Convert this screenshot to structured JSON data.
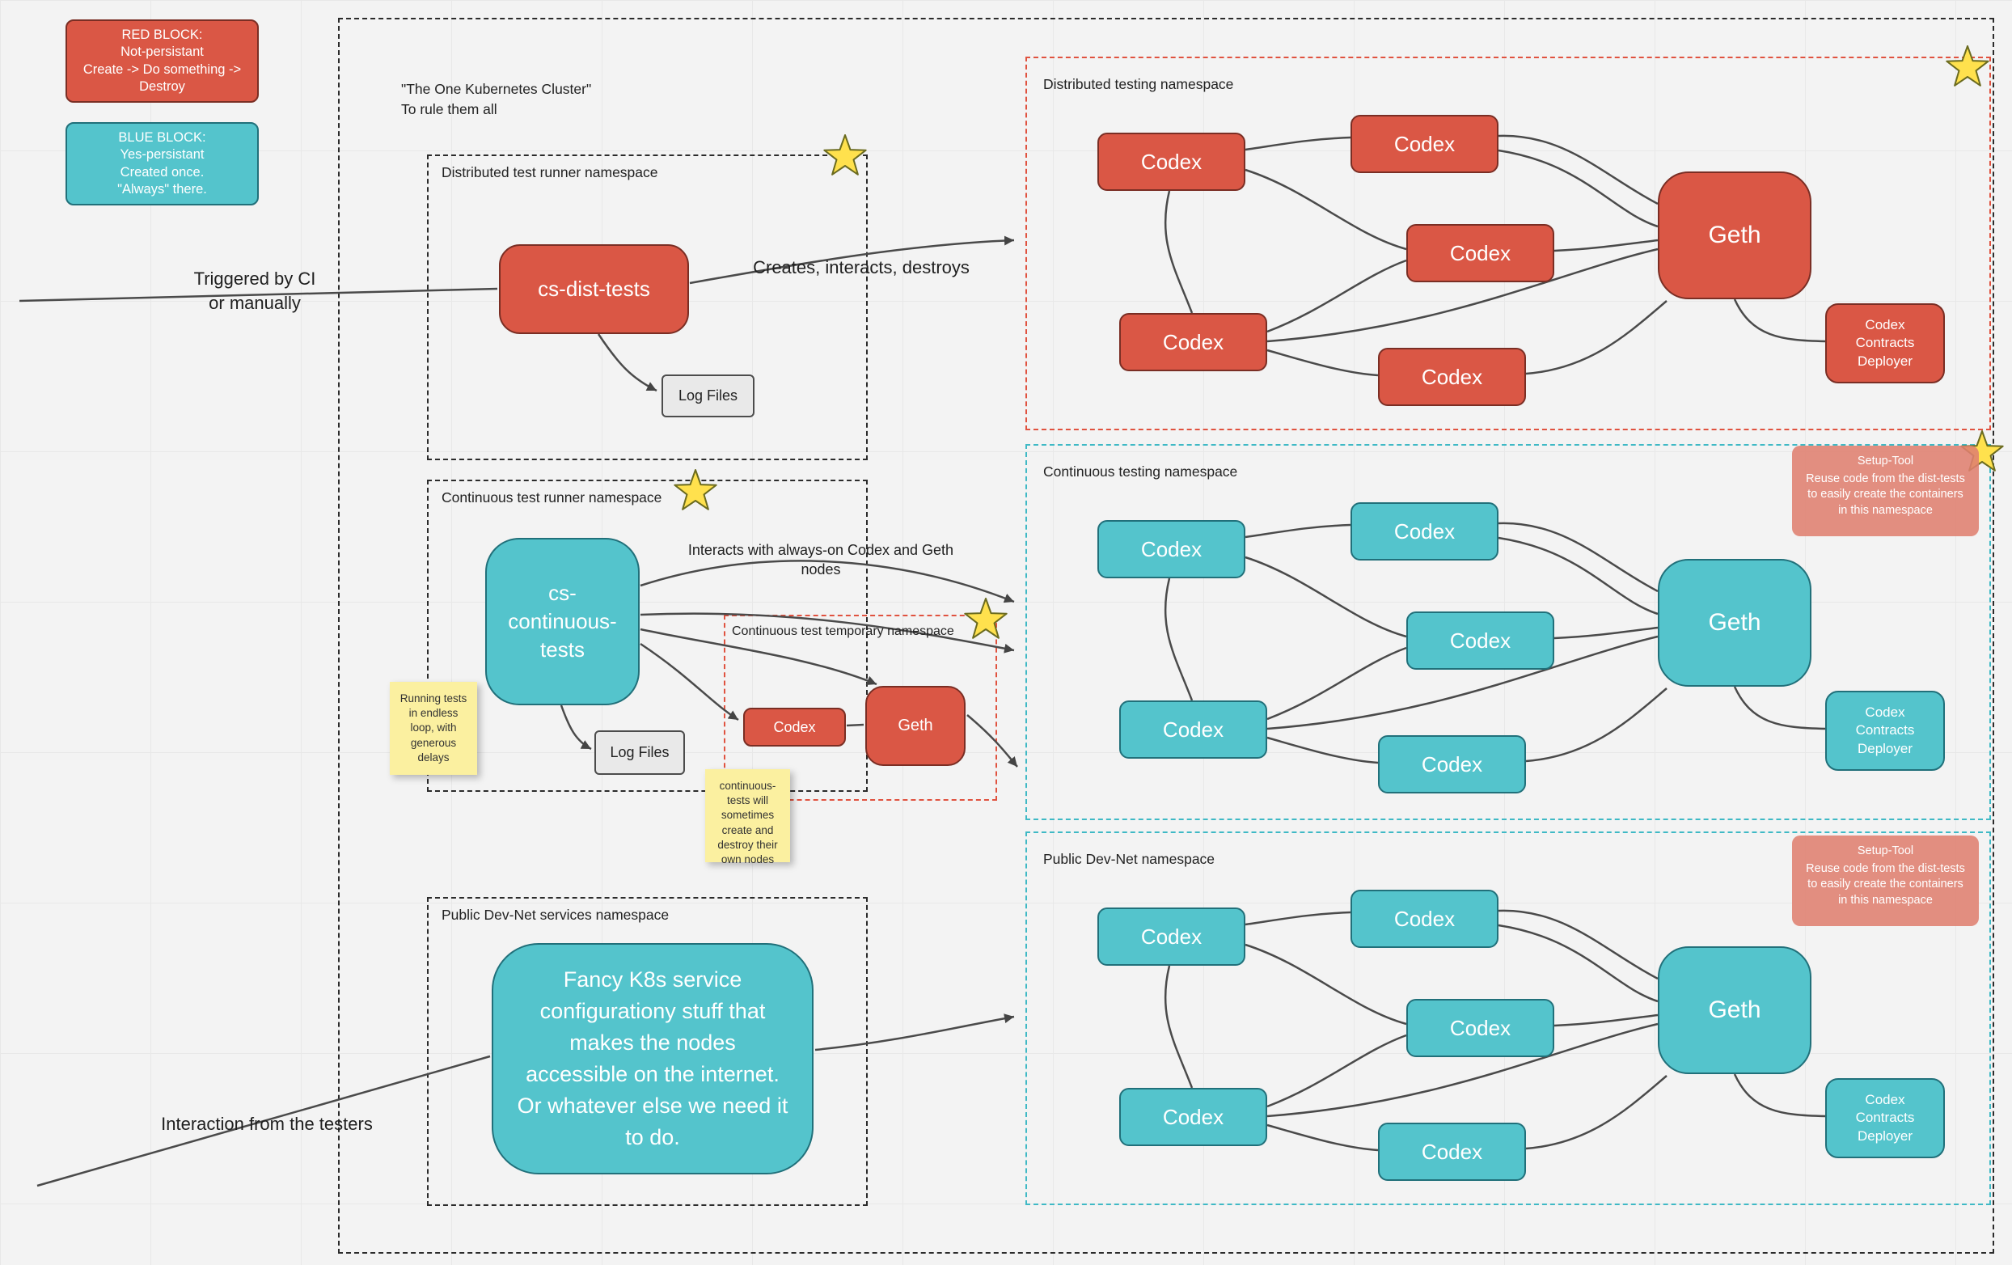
{
  "legend": {
    "red": {
      "title": "RED BLOCK:",
      "line1": "Not-persistant",
      "line2": "Create -> Do something ->",
      "line3": "Destroy"
    },
    "blue": {
      "title": "BLUE BLOCK:",
      "line1": "Yes-persistant",
      "line2": "Created once.",
      "line3": "\"Always\" there."
    }
  },
  "cluster": {
    "title": "\"The One Kubernetes Cluster\"",
    "subtitle": "To rule them all"
  },
  "annotations": {
    "triggered_line1": "Triggered by CI",
    "triggered_line2": "or manually",
    "creates": "Creates, interacts, destroys",
    "interacts_line1": "Interacts with always-on Codex and Geth",
    "interacts_line2": "nodes",
    "testers": "Interaction from the testers"
  },
  "namespaces": {
    "dist_runner": {
      "label": "Distributed test runner namespace",
      "main_node": "cs-dist-tests",
      "log": "Log Files"
    },
    "cont_runner": {
      "label": "Continuous test runner namespace",
      "main_line1": "cs-",
      "main_line2": "continuous-",
      "main_line3": "tests",
      "log": "Log Files"
    },
    "temp": {
      "label": "Continuous test temporary namespace"
    },
    "services": {
      "label": "Public Dev-Net services namespace",
      "text": "Fancy K8s service configurationy stuff that makes the nodes accessible on the internet. Or whatever else we need it to do."
    },
    "dist_testing": {
      "label": "Distributed testing namespace"
    },
    "cont_testing": {
      "label": "Continuous testing namespace"
    },
    "devnet": {
      "label": "Public Dev-Net namespace"
    }
  },
  "labels": {
    "codex": "Codex",
    "geth": "Geth",
    "deployer": "Codex Contracts Deployer"
  },
  "notes": {
    "running": "Running tests in endless loop, with generous delays",
    "temporary": "continuous-tests will sometimes create and destroy their own nodes"
  },
  "setup_tool": {
    "title": "Setup-Tool",
    "body": "Reuse code from the dist-tests to easily create the containers in this namespace"
  },
  "colors": {
    "red": "#da5745",
    "teal": "#54c4cc",
    "note_yellow": "#fbf0a0",
    "star_yellow": "#ffe14d",
    "salmon": "#df8070"
  }
}
